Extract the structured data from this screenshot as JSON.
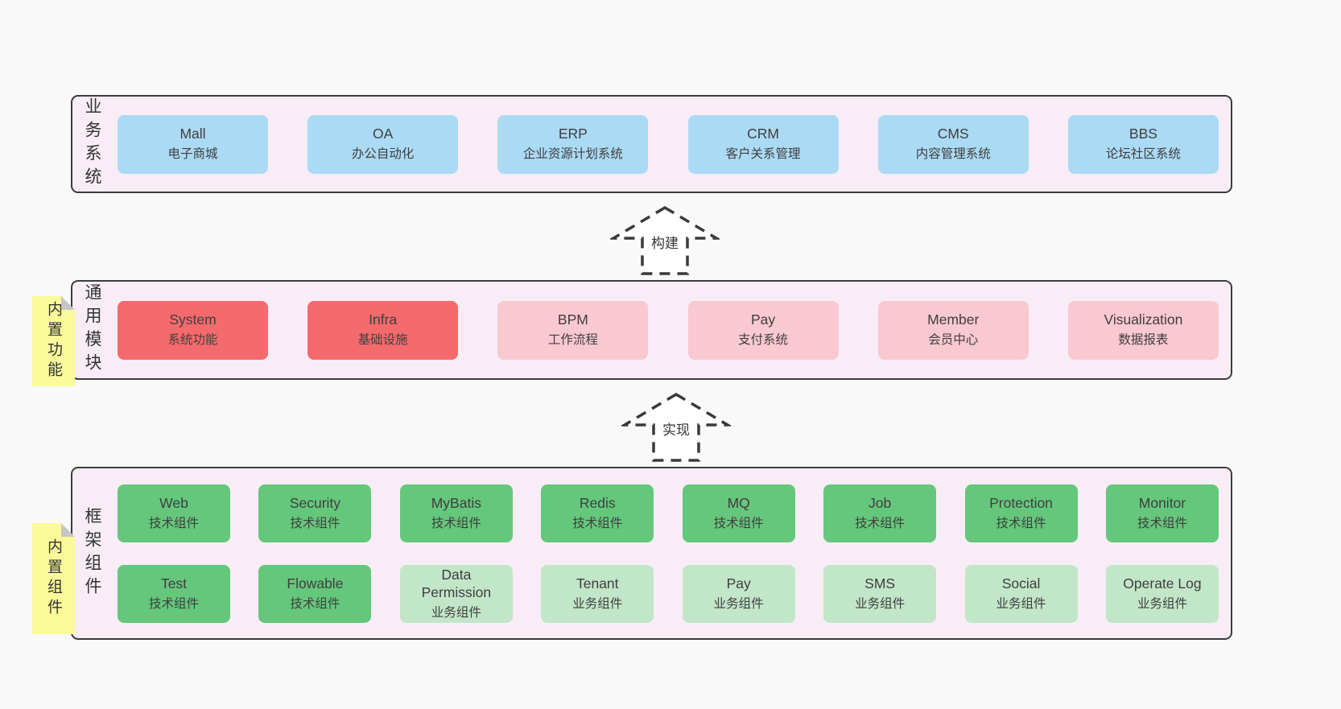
{
  "colors": {
    "page-bg": "#f9f9f9",
    "panel-bg": "#f8edf6",
    "panel-border": "#3c3c3c",
    "box-blue": "#abdaf4",
    "box-red": "#f56a6c",
    "box-pink": "#f9c8d0",
    "box-green": "#65c77b",
    "box-green-light": "#c2e6c8",
    "sticky-yellow": "#fafa9b",
    "text-dark": "#3f3f3f"
  },
  "sections": [
    {
      "label": "业务系统",
      "boxes": [
        {
          "title": "Mall",
          "subtitle": "电子商城"
        },
        {
          "title": "OA",
          "subtitle": "办公自动化"
        },
        {
          "title": "ERP",
          "subtitle": "企业资源计划系统"
        },
        {
          "title": "CRM",
          "subtitle": "客户关系管理"
        },
        {
          "title": "CMS",
          "subtitle": "内容管理系统"
        },
        {
          "title": "BBS",
          "subtitle": "论坛社区系统"
        }
      ]
    },
    {
      "label": "通用模块",
      "sticky": "内置功能",
      "boxes": [
        {
          "title": "System",
          "subtitle": "系统功能"
        },
        {
          "title": "Infra",
          "subtitle": "基础设施"
        },
        {
          "title": "BPM",
          "subtitle": "工作流程"
        },
        {
          "title": "Pay",
          "subtitle": "支付系统"
        },
        {
          "title": "Member",
          "subtitle": "会员中心"
        },
        {
          "title": "Visualization",
          "subtitle": "数据报表"
        }
      ]
    },
    {
      "label": "框架组件",
      "sticky": "内置组件",
      "row1": [
        {
          "title": "Web",
          "subtitle": "技术组件"
        },
        {
          "title": "Security",
          "subtitle": "技术组件"
        },
        {
          "title": "MyBatis",
          "subtitle": "技术组件"
        },
        {
          "title": "Redis",
          "subtitle": "技术组件"
        },
        {
          "title": "MQ",
          "subtitle": "技术组件"
        },
        {
          "title": "Job",
          "subtitle": "技术组件"
        },
        {
          "title": "Protection",
          "subtitle": "技术组件"
        },
        {
          "title": "Monitor",
          "subtitle": "技术组件"
        }
      ],
      "row2": [
        {
          "title": "Test",
          "subtitle": "技术组件"
        },
        {
          "title": "Flowable",
          "subtitle": "技术组件"
        },
        {
          "title": "Data Permission",
          "subtitle": "业务组件"
        },
        {
          "title": "Tenant",
          "subtitle": "业务组件"
        },
        {
          "title": "Pay",
          "subtitle": "业务组件"
        },
        {
          "title": "SMS",
          "subtitle": "业务组件"
        },
        {
          "title": "Social",
          "subtitle": "业务组件"
        },
        {
          "title": "Operate Log",
          "subtitle": "业务组件"
        }
      ]
    }
  ],
  "arrows": [
    {
      "label": "构建"
    },
    {
      "label": "实现"
    }
  ]
}
